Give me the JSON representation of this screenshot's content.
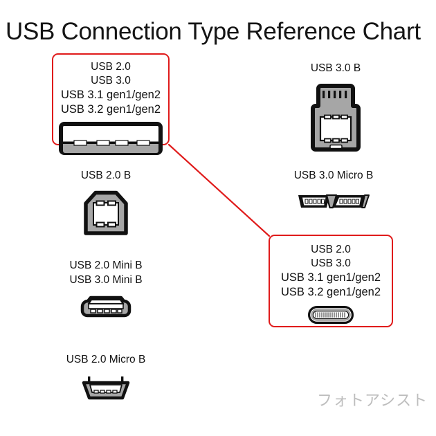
{
  "page": {
    "title": "USB Connection Type Reference Chart",
    "watermark": "フォトアシスト",
    "background": "#ffffff",
    "accent_red": "#e01b1b",
    "text_color": "#111111",
    "connector_gray": "#a6a6a6",
    "connector_outline": "#111111"
  },
  "callouts": [
    {
      "id": "type-a",
      "lines": [
        "USB 2.0",
        "USB 3.0",
        "USB 3.1 gen1/gen2",
        "USB 3.2 gen1/gen2"
      ],
      "icon": "usb-type-a-icon",
      "position": "top-left"
    },
    {
      "id": "type-c",
      "lines": [
        "USB 2.0",
        "USB 3.0",
        "USB 3.1 gen1/gen2",
        "USB 3.2 gen1/gen2"
      ],
      "icon": "usb-type-c-icon",
      "position": "bottom-right"
    }
  ],
  "entries": [
    {
      "id": "usb-2-0-b",
      "labels": [
        "USB 2.0 B"
      ],
      "icon": "usb-b-icon"
    },
    {
      "id": "mini-b",
      "labels": [
        "USB 2.0 Mini B",
        "USB 3.0 Mini B"
      ],
      "icon": "usb-mini-b-icon"
    },
    {
      "id": "micro-2-0-b",
      "labels": [
        "USB 2.0 Micro B"
      ],
      "icon": "usb-micro-b-icon"
    },
    {
      "id": "usb-3-0-b",
      "labels": [
        "USB 3.0 B"
      ],
      "icon": "usb-3-b-icon"
    },
    {
      "id": "micro-3-0-b",
      "labels": [
        "USB 3.0 Micro B"
      ],
      "icon": "usb-3-micro-b-icon"
    }
  ],
  "connector_line": {
    "from": "type-a-callout",
    "to": "type-c-callout",
    "color": "#e01b1b"
  }
}
